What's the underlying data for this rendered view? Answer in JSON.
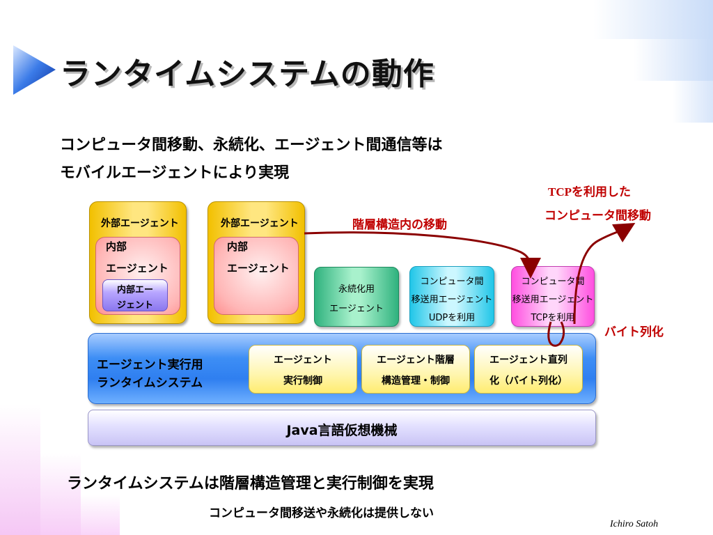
{
  "slide": {
    "title": "ランタイムシステムの動作",
    "intro_line1": "コンピュータ間移動、永続化、エージェント間通信等は",
    "intro_line2": "モバイルエージェントにより実現",
    "conclusion": "ランタイムシステムは階層構造管理と実行制御を実現",
    "note": "コンピュータ間移送や永続化は提供しない",
    "author": "Ichiro Satoh"
  },
  "diagram": {
    "outer_agent_1": {
      "label": "外部エージェント"
    },
    "inner_agent_1": {
      "line1": "内部",
      "line2": "エージェント"
    },
    "innermost_agent": {
      "line1": "内部エー",
      "line2": "ジェント"
    },
    "outer_agent_2": {
      "label": "外部エージェント"
    },
    "inner_agent_2": {
      "line1": "内部",
      "line2": "エージェント"
    },
    "persistence_agent": {
      "line1": "永続化用",
      "line2": "エージェント"
    },
    "udp_transfer_agent": {
      "line1": "コンピュータ間",
      "line2": "移送用エージェント",
      "line3": "UDPを利用"
    },
    "tcp_transfer_agent": {
      "line1": "コンピュータ間",
      "line2": "移送用エージェント",
      "line3": "TCPを利用"
    },
    "runtime": {
      "line1": "エージェント実行用",
      "line2": "ランタイムシステム"
    },
    "exec_control": {
      "line1": "エージェント",
      "line2": "実行制御"
    },
    "hierarchy_mgmt": {
      "line1": "エージェント階層",
      "line2": "構造管理・制御"
    },
    "serialization": {
      "line1": "エージェント直列",
      "line2": "化（バイト列化）"
    },
    "jvm": {
      "label": "Java言語仮想機械"
    },
    "annotations": {
      "hierarchy_move": "階層構造内の移動",
      "tcp_move_line1": "TCPを利用した",
      "tcp_move_line2": "コンピュータ間移動",
      "byte_serialize": "バイト列化"
    }
  },
  "colors": {
    "arrow": "#8b0000",
    "annotation_text": "#c00000"
  }
}
